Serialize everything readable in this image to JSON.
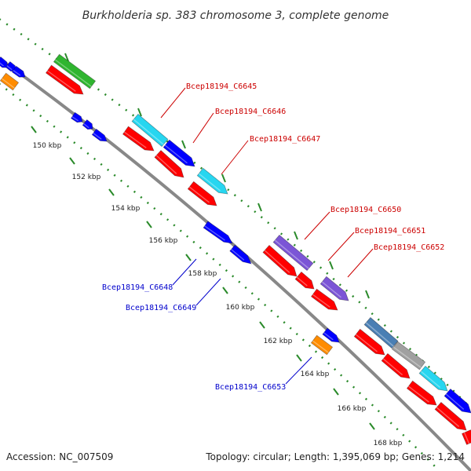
{
  "title": "Burkholderia sp. 383 chromosome 3, complete genome",
  "footer": {
    "accession": "Accession: NC_007509",
    "info": "Topology: circular; Length: 1,395,069 bp; Genes: 1,214"
  },
  "colors": {
    "backbone": "#888888",
    "ruler": "#2a8a2a",
    "label_top": "#cc0000",
    "label_bottom": "#0000cc",
    "red": "#ff0000",
    "blue": "#0000ff",
    "cyan": "#27d6f0",
    "green": "#2fb52f",
    "orange": "#ff8c00",
    "purple": "#7b55d6",
    "steel": "#4a7fb4",
    "gray": "#a0a0a0"
  },
  "ticks": [
    "150 kbp",
    "152 kbp",
    "154 kbp",
    "156 kbp",
    "158 kbp",
    "160 kbp",
    "162 kbp",
    "164 kbp",
    "166 kbp",
    "168 kbp"
  ],
  "gene_labels": {
    "top": [
      "Bcep18194_C6645",
      "Bcep18194_C6646",
      "Bcep18194_C6647",
      "Bcep18194_C6650",
      "Bcep18194_C6651",
      "Bcep18194_C6652"
    ],
    "bottom": [
      "Bcep18194_C6648",
      "Bcep18194_C6649",
      "Bcep18194_C6653"
    ]
  }
}
